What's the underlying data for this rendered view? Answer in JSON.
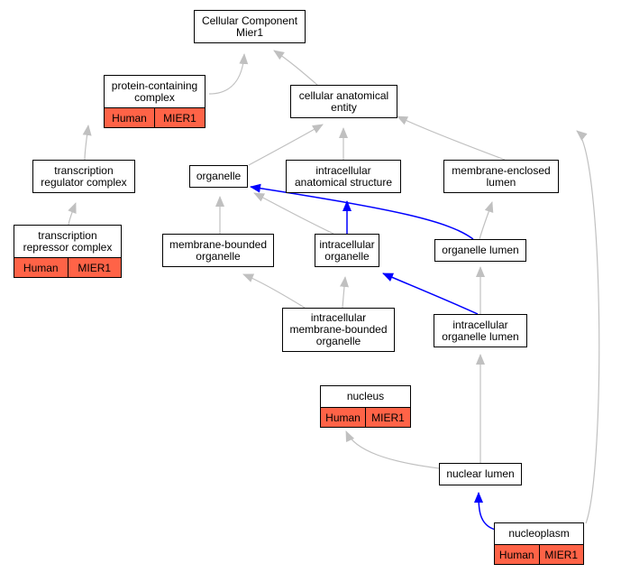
{
  "colors": {
    "annotation_fill": "#ff6347",
    "gray_edge": "#c0c0c0",
    "blue_edge": "#0000ff"
  },
  "nodes": {
    "cc_mier1": {
      "label": "Cellular Component\nMier1"
    },
    "protein_complex": {
      "label": "protein-containing\ncomplex",
      "annotation": [
        "Human",
        "MIER1"
      ]
    },
    "cell_anat": {
      "label": "cellular anatomical\nentity"
    },
    "trans_reg": {
      "label": "transcription\nregulator complex"
    },
    "organelle": {
      "label": "organelle"
    },
    "intra_anat": {
      "label": "intracellular\nanatomical structure"
    },
    "mem_lumen": {
      "label": "membrane-enclosed\nlumen"
    },
    "trans_rep": {
      "label": "transcription\nrepressor complex",
      "annotation": [
        "Human",
        "MIER1"
      ]
    },
    "mem_bound": {
      "label": "membrane-bounded\norganelle"
    },
    "intra_org": {
      "label": "intracellular\norganelle"
    },
    "org_lumen": {
      "label": "organelle lumen"
    },
    "intra_mem_bound": {
      "label": "intracellular\nmembrane-bounded\norganelle"
    },
    "intra_org_lumen": {
      "label": "intracellular\norganelle lumen"
    },
    "nucleus": {
      "label": "nucleus",
      "annotation": [
        "Human",
        "MIER1"
      ]
    },
    "nuclear_lumen": {
      "label": "nuclear lumen"
    },
    "nucleoplasm": {
      "label": "nucleoplasm",
      "annotation": [
        "Human",
        "MIER1"
      ]
    }
  },
  "edges": [
    {
      "from": "protein_complex",
      "to": "cc_mier1",
      "type": "gray"
    },
    {
      "from": "cell_anat",
      "to": "cc_mier1",
      "type": "gray"
    },
    {
      "from": "trans_reg",
      "to": "protein_complex",
      "type": "gray"
    },
    {
      "from": "trans_rep",
      "to": "trans_reg",
      "type": "gray"
    },
    {
      "from": "organelle",
      "to": "cell_anat",
      "type": "gray"
    },
    {
      "from": "intra_anat",
      "to": "cell_anat",
      "type": "gray"
    },
    {
      "from": "mem_lumen",
      "to": "cell_anat",
      "type": "gray"
    },
    {
      "from": "nucleoplasm",
      "to": "cell_anat",
      "type": "gray"
    },
    {
      "from": "mem_bound",
      "to": "organelle",
      "type": "gray"
    },
    {
      "from": "intra_org",
      "to": "organelle",
      "type": "gray"
    },
    {
      "from": "org_lumen",
      "to": "organelle",
      "type": "blue"
    },
    {
      "from": "intra_org",
      "to": "intra_anat",
      "type": "blue"
    },
    {
      "from": "org_lumen",
      "to": "mem_lumen",
      "type": "gray"
    },
    {
      "from": "intra_mem_bound",
      "to": "mem_bound",
      "type": "gray"
    },
    {
      "from": "intra_mem_bound",
      "to": "intra_org",
      "type": "gray"
    },
    {
      "from": "intra_org_lumen",
      "to": "intra_org",
      "type": "blue"
    },
    {
      "from": "intra_org_lumen",
      "to": "org_lumen",
      "type": "gray"
    },
    {
      "from": "nucleus",
      "to": "intra_mem_bound",
      "type": "gray"
    },
    {
      "from": "nuclear_lumen",
      "to": "intra_org_lumen",
      "type": "gray"
    },
    {
      "from": "nuclear_lumen",
      "to": "nucleus",
      "type": "blue"
    },
    {
      "from": "nucleoplasm",
      "to": "nuclear_lumen",
      "type": "blue"
    }
  ]
}
